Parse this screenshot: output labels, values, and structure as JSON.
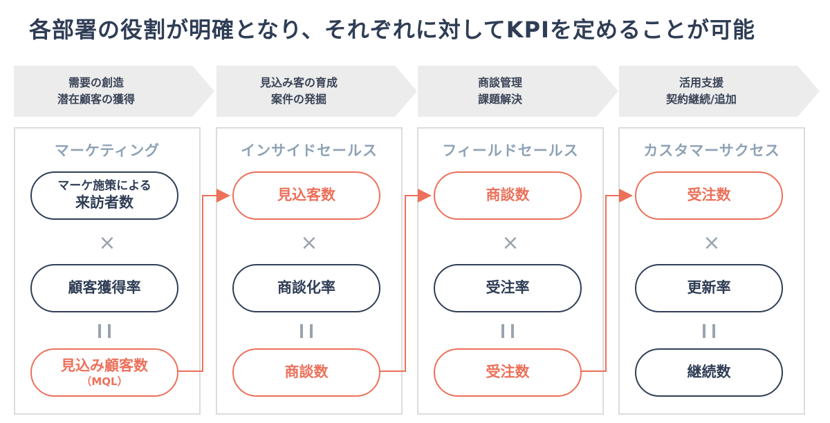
{
  "title": "各部署の役割が明確となり、それぞれに対してKPIを定めることが可能",
  "stages": [
    {
      "line1": "需要の創造",
      "line2": "潜在顧客の獲得"
    },
    {
      "line1": "見込み客の育成",
      "line2": "案件の発掘"
    },
    {
      "line1": "商談管理",
      "line2": "課題解決"
    },
    {
      "line1": "活用支援",
      "line2": "契約継続/追加"
    }
  ],
  "columns": [
    {
      "title": "マーケティング",
      "top": {
        "line1": "マーケ施策による",
        "line2": "来訪者数"
      },
      "middle": "顧客獲得率",
      "bottom": {
        "line1": "見込み顧客数",
        "line2": "（MQL）"
      }
    },
    {
      "title": "インサイドセールス",
      "top": {
        "line1": "見込客数"
      },
      "middle": "商談化率",
      "bottom": {
        "line1": "商談数"
      }
    },
    {
      "title": "フィールドセールス",
      "top": {
        "line1": "商談数"
      },
      "middle": "受注率",
      "bottom": {
        "line1": "受注数"
      }
    },
    {
      "title": "カスタマーサクセス",
      "top": {
        "line1": "受注数"
      },
      "middle": "更新率",
      "bottom": {
        "line1": "継続数"
      }
    }
  ],
  "operators": {
    "times": "×"
  },
  "colors": {
    "navy": "#2f3d55",
    "orange": "#ec705a",
    "gray_text": "#8ea1b5",
    "stage_bg": "#ececec"
  }
}
